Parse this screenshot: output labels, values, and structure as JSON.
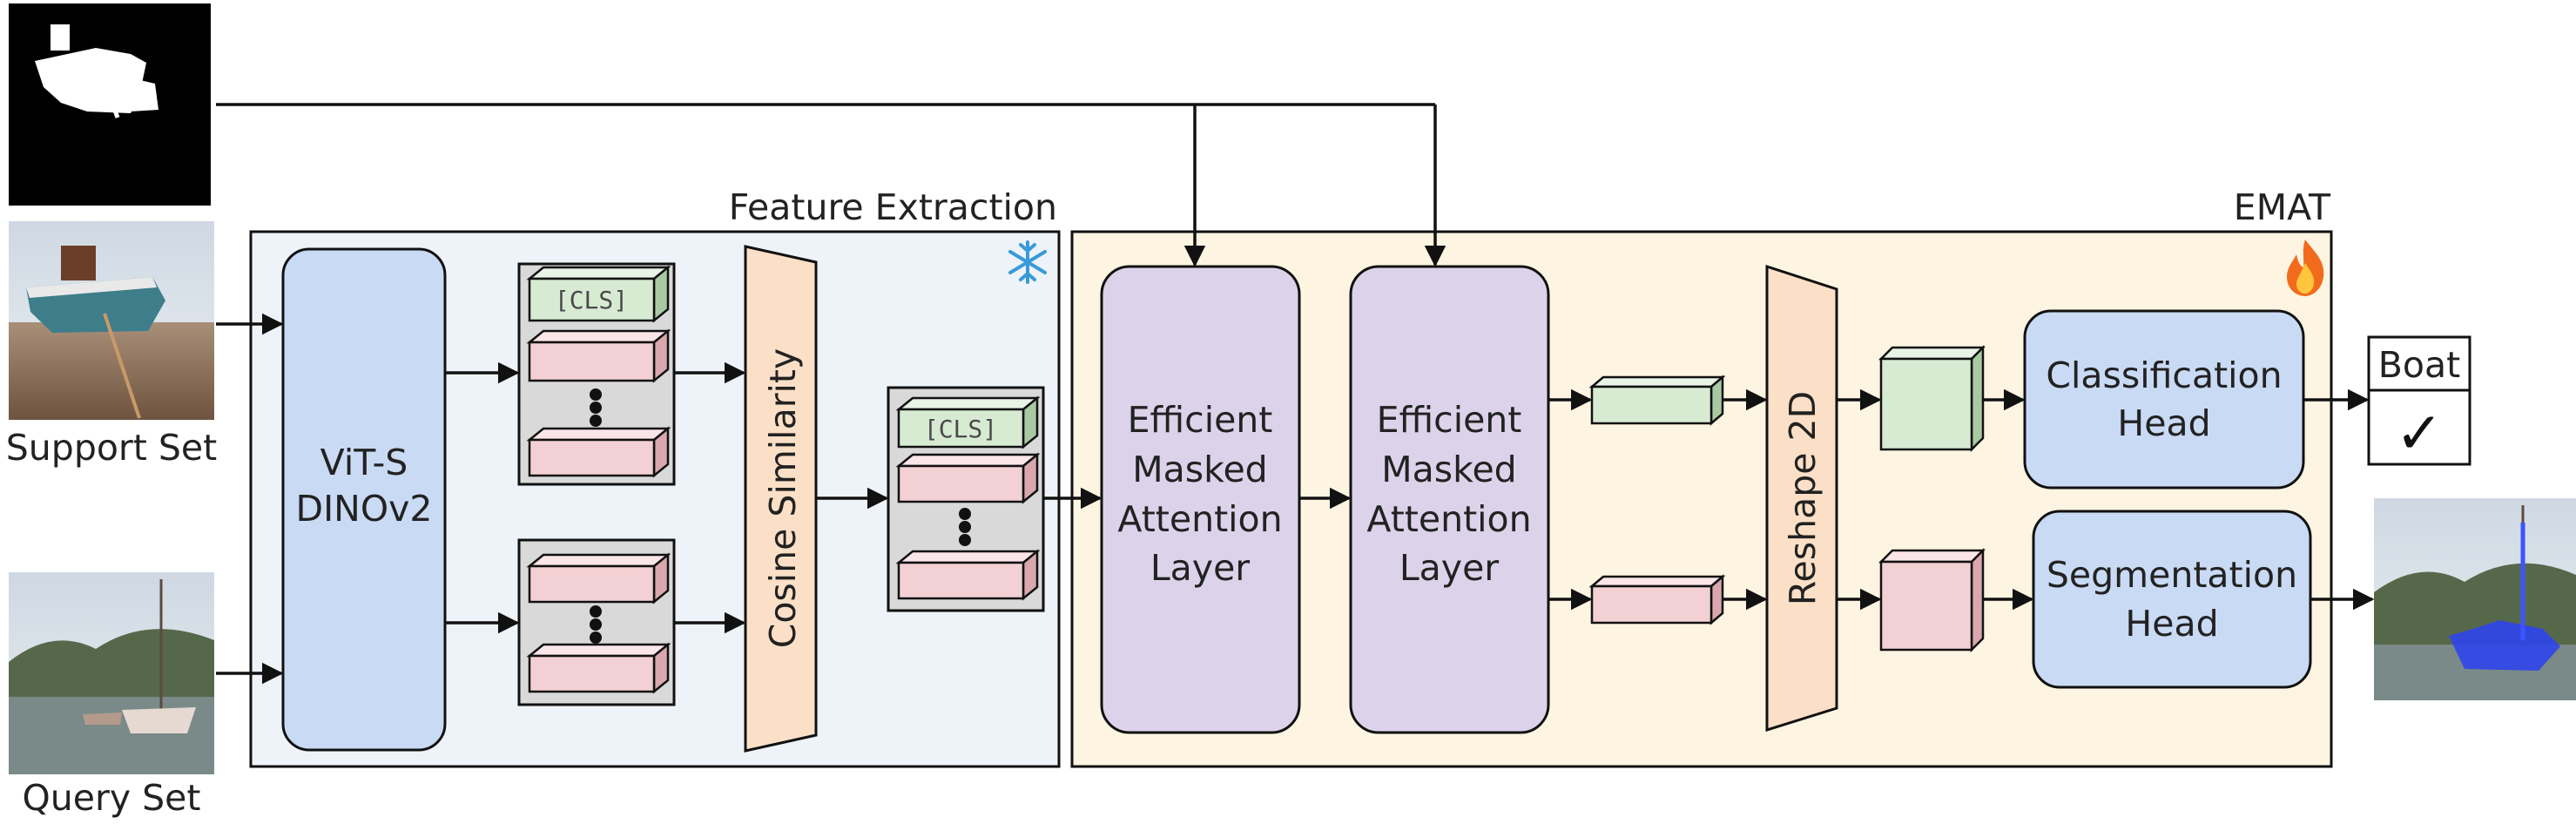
{
  "inputs": {
    "support_label": "Support Set",
    "query_label": "Query Set"
  },
  "feature_extraction": {
    "title": "Feature Extraction",
    "backbone_line1": "ViT-S",
    "backbone_line2": "DINOv2",
    "cls_token": "[CLS]",
    "cosine": "Cosine Similarity",
    "icon": "snowflake-icon"
  },
  "emat": {
    "title": "EMAT",
    "icon": "fire-icon",
    "layer_line1": "Efficient",
    "layer_line2": "Masked",
    "layer_line3": "Attention",
    "layer_line4": "Layer",
    "reshape": "Reshape 2D",
    "cls_head_line1": "Classification",
    "cls_head_line2": "Head",
    "seg_head_line1": "Segmentation",
    "seg_head_line2": "Head"
  },
  "output": {
    "class_label": "Boat",
    "check": "✓"
  },
  "colors": {
    "fe_bg": "#eef3f9",
    "emat_bg": "#fdf5e2",
    "backbone": "#c9daf4",
    "attention": "#dcd3ea",
    "token_green": "#d7ebd3",
    "token_pink": "#f3d0d3",
    "orange": "#fbe0c7",
    "head": "#c9daf4"
  }
}
